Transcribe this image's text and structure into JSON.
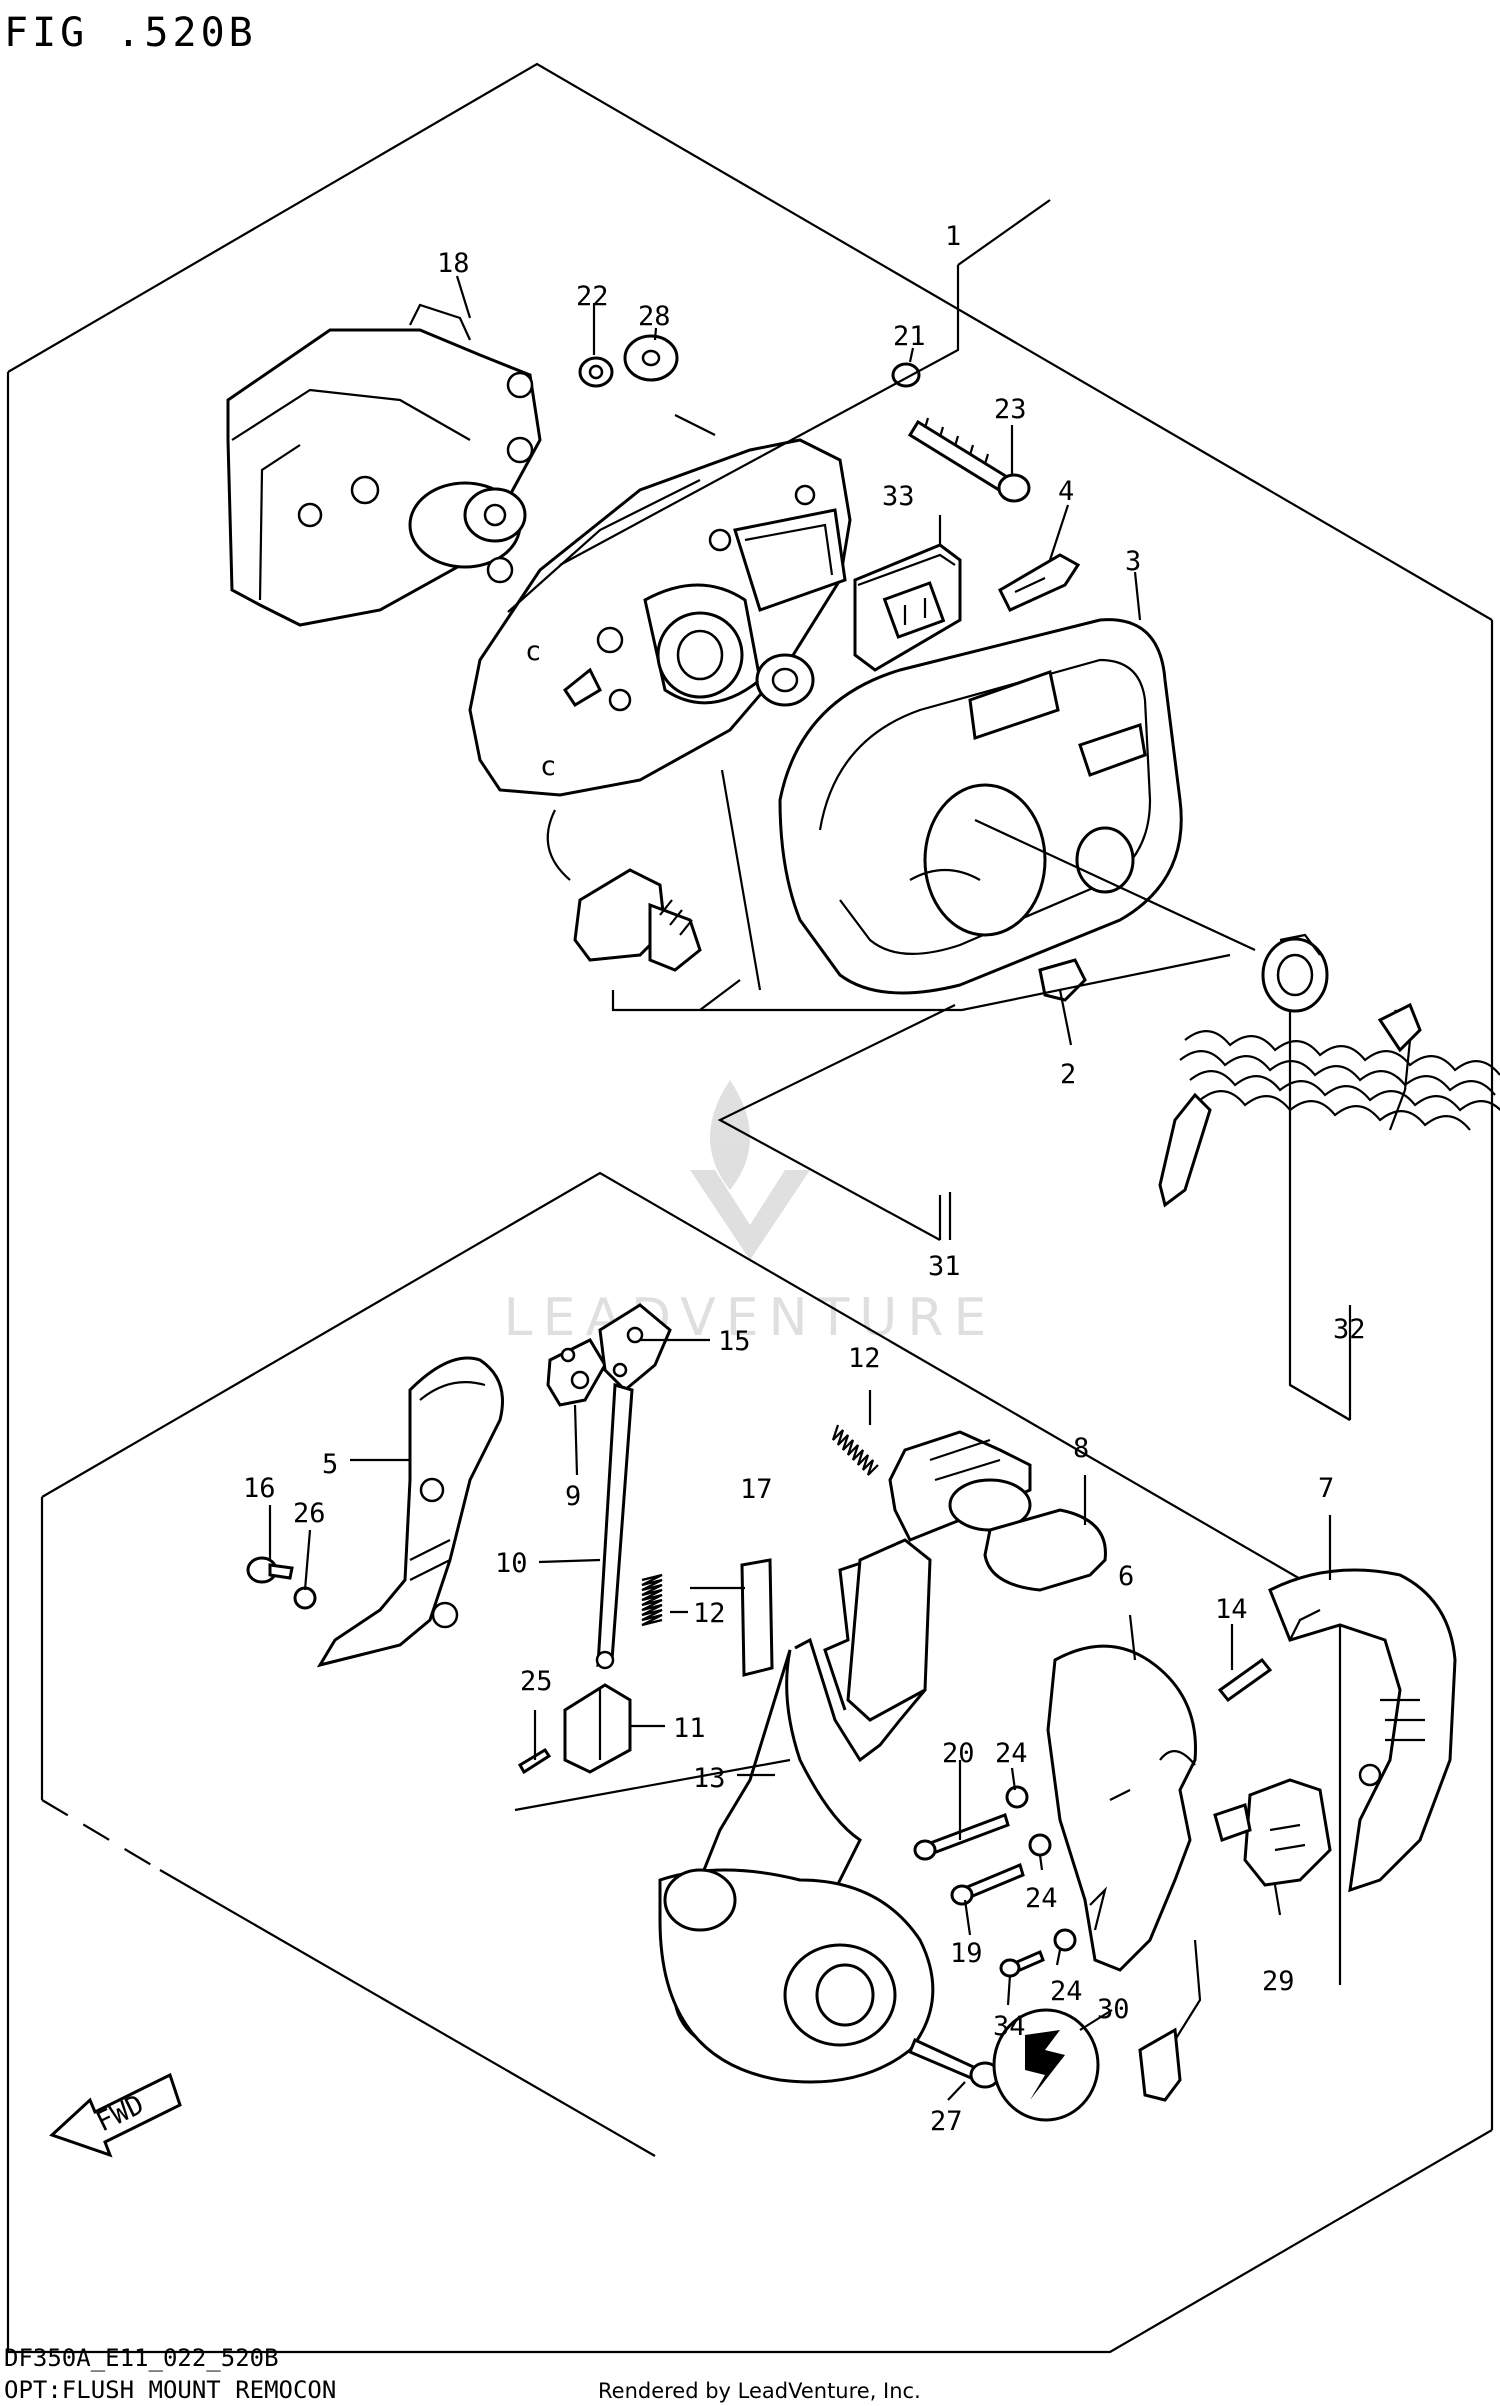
{
  "figure": {
    "title": "FIG .520B",
    "code": "DF350A_E11_022_520B",
    "caption": "OPT:FLUSH MOUNT REMOCON",
    "credit": "Rendered by LeadVenture, Inc.",
    "watermark": "LEADVENTURE",
    "fwd_label": "FWD"
  },
  "callouts": [
    {
      "id": "p1",
      "label": "1"
    },
    {
      "id": "p2",
      "label": "2"
    },
    {
      "id": "p3",
      "label": "3"
    },
    {
      "id": "p4",
      "label": "4"
    },
    {
      "id": "p5",
      "label": "5"
    },
    {
      "id": "p6",
      "label": "6"
    },
    {
      "id": "p7",
      "label": "7"
    },
    {
      "id": "p8",
      "label": "8"
    },
    {
      "id": "p9",
      "label": "9"
    },
    {
      "id": "p10",
      "label": "10"
    },
    {
      "id": "p11",
      "label": "11"
    },
    {
      "id": "p12a",
      "label": "12"
    },
    {
      "id": "p12b",
      "label": "12"
    },
    {
      "id": "p13",
      "label": "13"
    },
    {
      "id": "p14",
      "label": "14"
    },
    {
      "id": "p15",
      "label": "15"
    },
    {
      "id": "p16",
      "label": "16"
    },
    {
      "id": "p17",
      "label": "17"
    },
    {
      "id": "p18",
      "label": "18"
    },
    {
      "id": "p19",
      "label": "19"
    },
    {
      "id": "p20",
      "label": "20"
    },
    {
      "id": "p21",
      "label": "21"
    },
    {
      "id": "p22",
      "label": "22"
    },
    {
      "id": "p23",
      "label": "23"
    },
    {
      "id": "p24a",
      "label": "24"
    },
    {
      "id": "p24b",
      "label": "24"
    },
    {
      "id": "p24c",
      "label": "24"
    },
    {
      "id": "p25",
      "label": "25"
    },
    {
      "id": "p26",
      "label": "26"
    },
    {
      "id": "p27",
      "label": "27"
    },
    {
      "id": "p28",
      "label": "28"
    },
    {
      "id": "p29",
      "label": "29"
    },
    {
      "id": "p30",
      "label": "30"
    },
    {
      "id": "p31",
      "label": "31"
    },
    {
      "id": "p32",
      "label": "32"
    },
    {
      "id": "p33",
      "label": "33"
    },
    {
      "id": "p34",
      "label": "34"
    }
  ]
}
